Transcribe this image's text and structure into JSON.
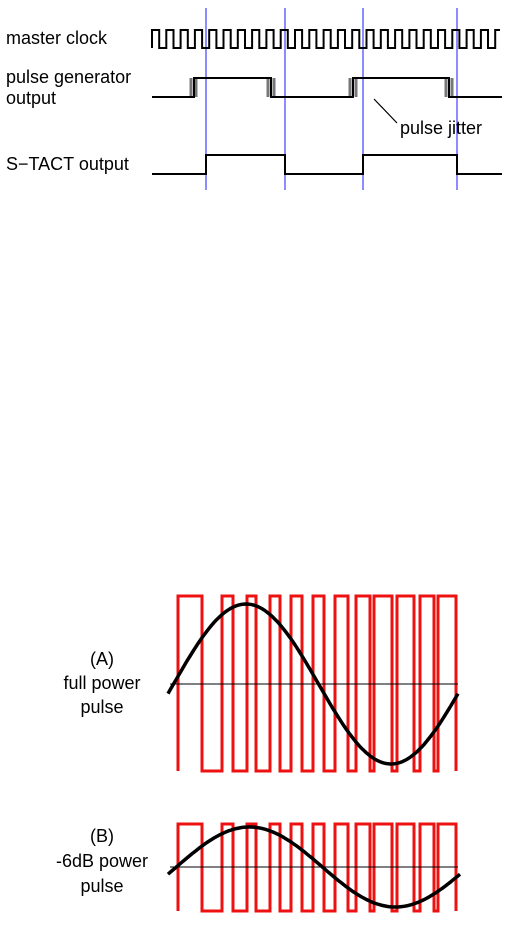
{
  "timing": {
    "labels": {
      "master_clock": "master clock",
      "pulse_generator_line1": "pulse generator",
      "pulse_generator_line2": "output",
      "stact_output": "S−TACT output",
      "pulse_jitter": "pulse jitter"
    },
    "colors": {
      "signal": "#000000",
      "sync_lines": "#1a1aff",
      "jitter": "#777777"
    }
  },
  "pwm_panels": [
    {
      "id": "A",
      "label_lines": [
        "(A)",
        "full power",
        "pulse"
      ],
      "amplitude": "full"
    },
    {
      "id": "B",
      "label_lines": [
        "(B)",
        "-6dB power",
        "pulse"
      ],
      "amplitude": "half"
    }
  ],
  "colors": {
    "pwm_square": "#ee1111",
    "sine": "#000000",
    "axis": "#000000"
  }
}
